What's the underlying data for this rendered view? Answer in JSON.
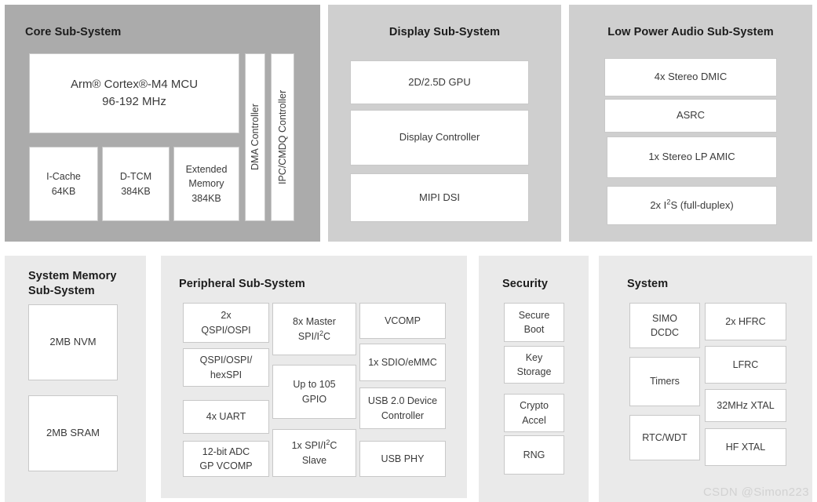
{
  "diagram": {
    "watermark": "CSDN @Simon223",
    "colors": {
      "panel_dark": "#ababab",
      "panel_mid": "#cfcfcf",
      "panel_light": "#eaeaea",
      "block_fill": "#ffffff",
      "block_border": "#c8c8c8",
      "title_text": "#1c1c1c",
      "block_text": "#3a3a3a",
      "watermark_text": "#d2d2d2"
    }
  },
  "core": {
    "title": "Core Sub-System",
    "mcu": "Arm® Cortex®-M4 MCU\n96-192 MHz",
    "mcu_line1": "Arm® Cortex®-M4 MCU",
    "mcu_line2": "96-192 MHz",
    "memories": [
      {
        "label": "I-Cache\n64KB"
      },
      {
        "label": "D-TCM\n384KB"
      },
      {
        "label": "Extended\nMemory\n384KB"
      }
    ],
    "controllers": [
      {
        "label": "DMA Controller"
      },
      {
        "label": "IPC/CMDQ Controller"
      }
    ]
  },
  "display": {
    "title": "Display Sub-System",
    "blocks": [
      {
        "label": "2D/2.5D GPU"
      },
      {
        "label": "Display Controller"
      },
      {
        "label": "MIPI DSI"
      }
    ]
  },
  "audio": {
    "title": "Low Power Audio Sub-System",
    "blocks": [
      {
        "label": "4x Stereo DMIC"
      },
      {
        "label": "ASRC"
      },
      {
        "label": "1x Stereo LP AMIC"
      },
      {
        "label": "2x I²S (full-duplex)"
      }
    ]
  },
  "system_memory": {
    "title": "System Memory\nSub-System",
    "blocks": [
      {
        "label": "2MB NVM"
      },
      {
        "label": "2MB SRAM"
      }
    ]
  },
  "peripheral": {
    "title": "Peripheral Sub-System",
    "column1": [
      {
        "label": "2x\nQSPI/OSPI"
      },
      {
        "label": "QSPI/OSPI/\nhexSPI"
      },
      {
        "label": "4x UART"
      },
      {
        "label": "12-bit ADC\nGP VCOMP"
      }
    ],
    "column2": [
      {
        "label": "8x Master\nSPI/I²C"
      },
      {
        "label": "Up to 105\nGPIO"
      },
      {
        "label": "1x SPI/I²C\nSlave"
      }
    ],
    "column3": [
      {
        "label": "VCOMP"
      },
      {
        "label": "1x SDIO/eMMC"
      },
      {
        "label": "USB 2.0 Device\nController"
      },
      {
        "label": "USB PHY"
      }
    ]
  },
  "security": {
    "title": "Security",
    "blocks": [
      {
        "label": "Secure\nBoot"
      },
      {
        "label": "Key\nStorage"
      },
      {
        "label": "Crypto\nAccel"
      },
      {
        "label": "RNG"
      }
    ]
  },
  "system": {
    "title": "System",
    "column1": [
      {
        "label": "SIMO\nDCDC"
      },
      {
        "label": "Timers"
      },
      {
        "label": "RTC/WDT"
      }
    ],
    "column2": [
      {
        "label": "2x HFRC"
      },
      {
        "label": "LFRC"
      },
      {
        "label": "32MHz XTAL"
      },
      {
        "label": "HF XTAL"
      }
    ]
  }
}
